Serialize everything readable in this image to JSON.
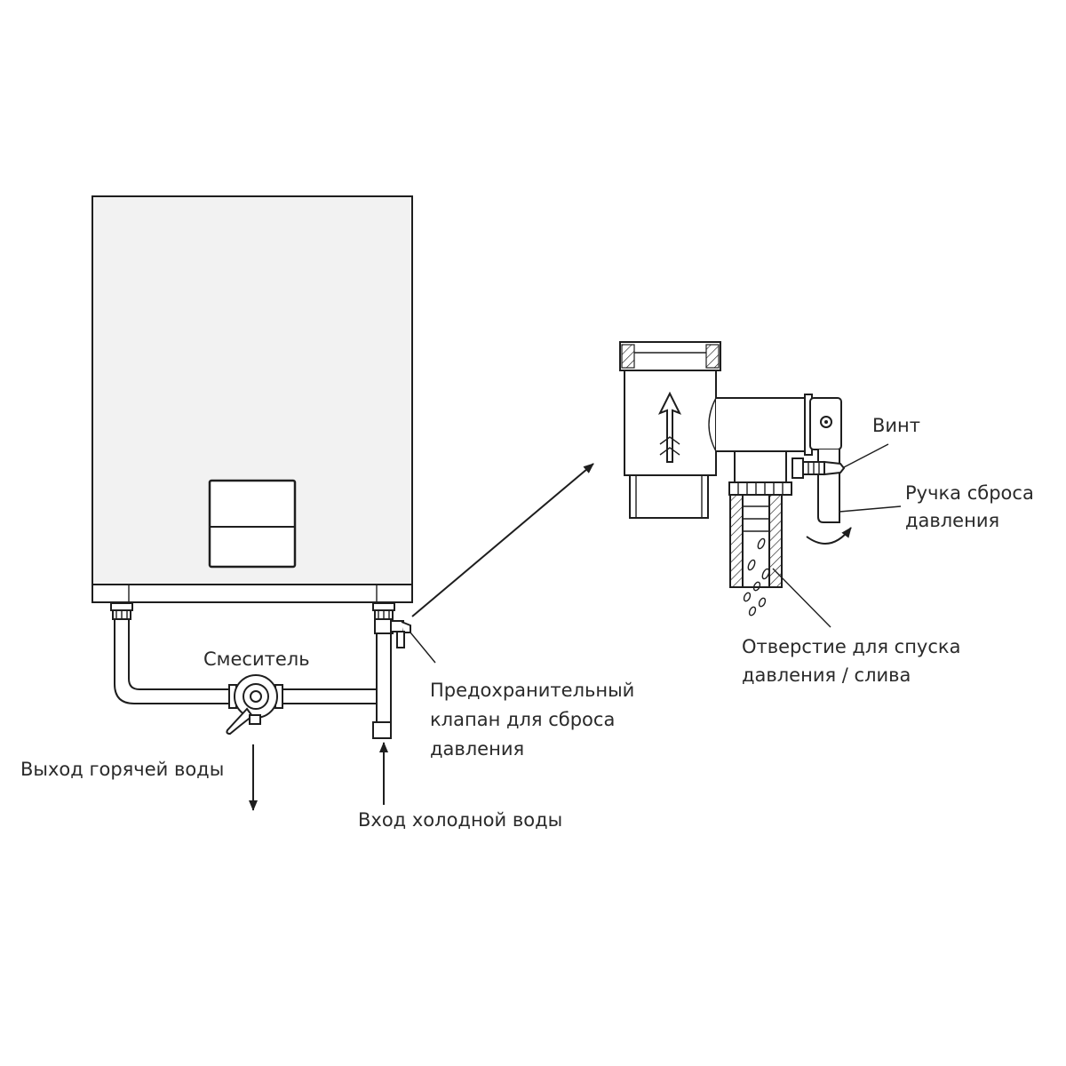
{
  "labels": {
    "mixer": "Смеситель",
    "hot_out": "Выход горячей воды",
    "cold_in": "Вход холодной воды",
    "safety_valve_1": "Предохранительный",
    "safety_valve_2": "клапан для сброса",
    "safety_valve_3": "давления",
    "screw": "Винт",
    "handle_1": "Ручка сброса",
    "handle_2": "давления",
    "drain_1": "Отверстие для спуска",
    "drain_2": "давления / слива"
  }
}
